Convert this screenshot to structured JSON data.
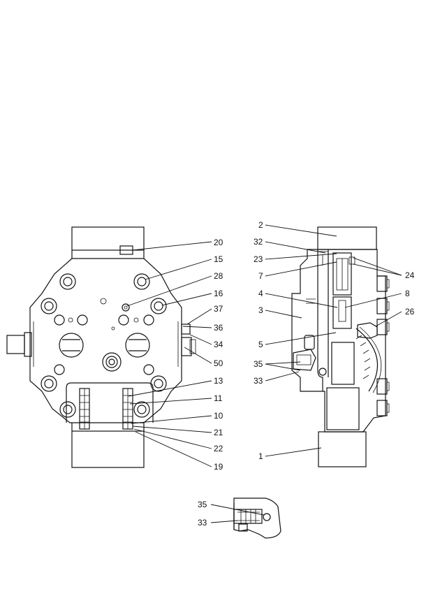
{
  "callouts": {
    "left_view": [
      "20",
      "15",
      "28",
      "16",
      "37",
      "36",
      "34",
      "50",
      "13",
      "11",
      "10",
      "21",
      "22",
      "19"
    ],
    "right_view": [
      "2",
      "32",
      "23",
      "7",
      "24",
      "4",
      "8",
      "3",
      "26",
      "5",
      "35",
      "33",
      "1"
    ],
    "detail_view": [
      "35",
      "33"
    ]
  }
}
